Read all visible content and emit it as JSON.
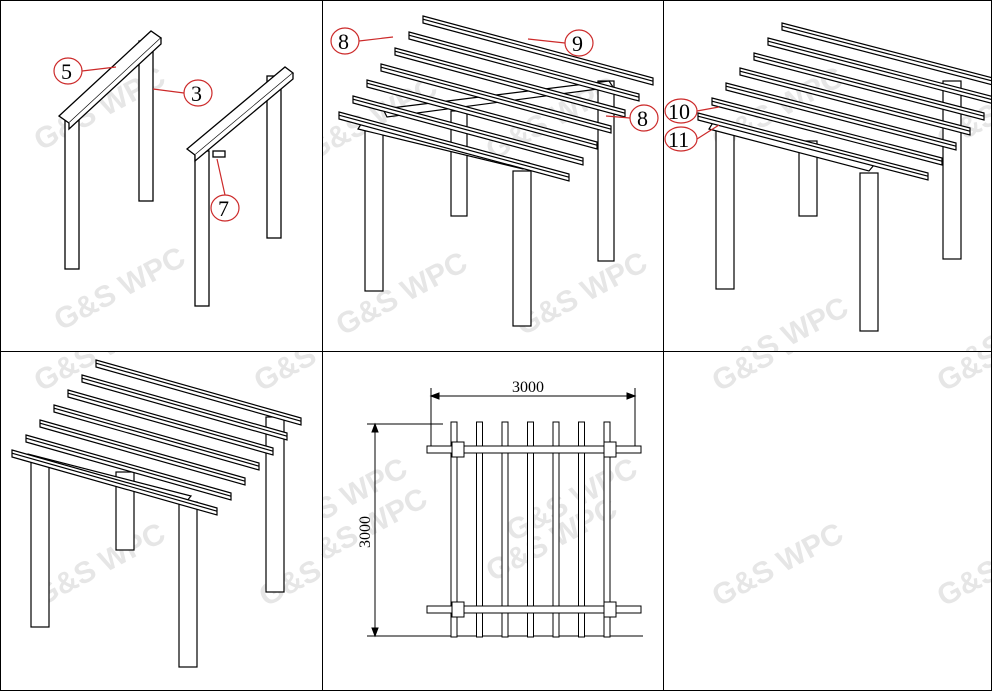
{
  "watermark": "G&S WPC",
  "step1": {
    "callouts": [
      "5",
      "3",
      "7"
    ]
  },
  "step2": {
    "callouts": [
      "8",
      "9",
      "8"
    ]
  },
  "step3": {
    "callouts": [
      "10",
      "11"
    ]
  },
  "plan": {
    "width_label": "3000",
    "depth_label": "3000"
  },
  "colors": {
    "line": "#000000",
    "callout": "#cc2a2a",
    "watermark": "#e6e6e6"
  }
}
